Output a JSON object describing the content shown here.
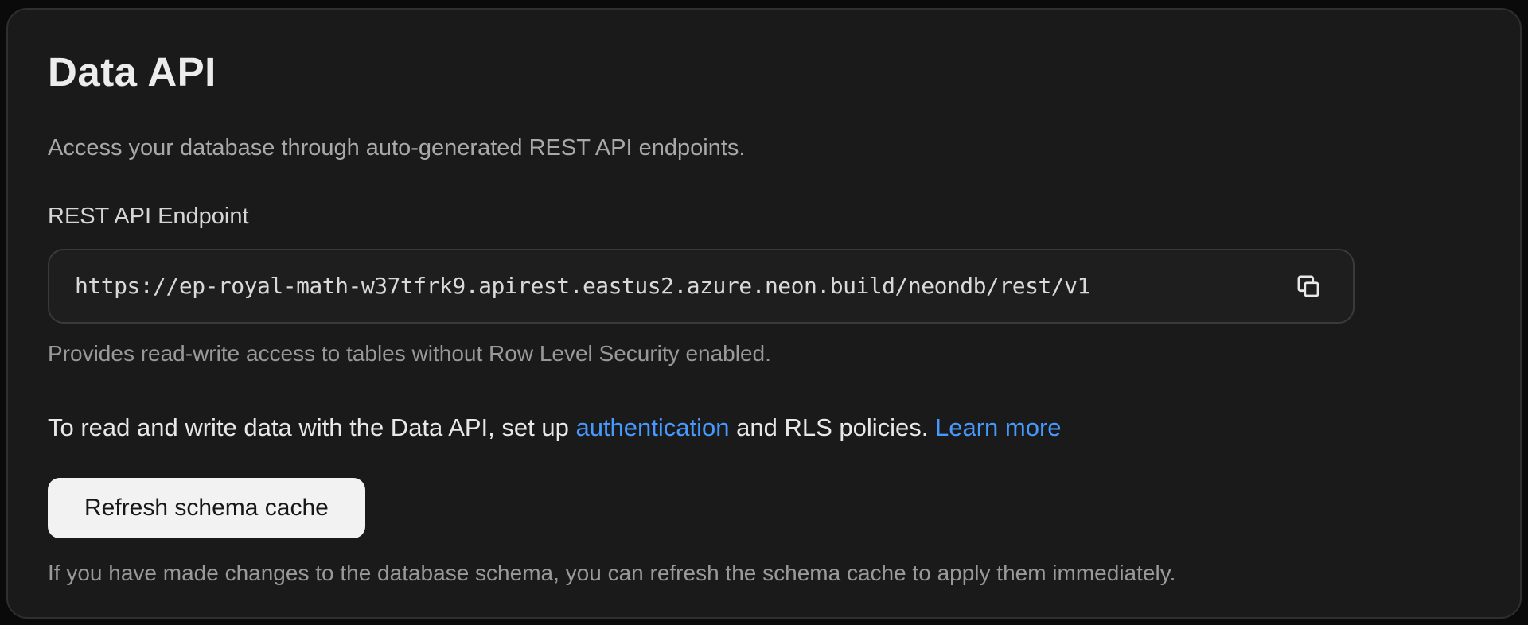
{
  "card": {
    "title": "Data API",
    "description": "Access your database through auto-generated REST API endpoints.",
    "endpoint": {
      "label": "REST API Endpoint",
      "url": "https://ep-royal-math-w37tfrk9.apirest.eastus2.azure.neon.build/neondb/rest/v1",
      "copy_icon": "copy-icon",
      "helper": "Provides read-write access to tables without Row Level Security enabled."
    },
    "rls_note": {
      "text_before": "To read and write data with the Data API, set up ",
      "auth_link": "authentication",
      "text_middle": " and RLS policies. ",
      "learn_more_link": "Learn more"
    },
    "refresh": {
      "button_label": "Refresh schema cache",
      "helper": "If you have made changes to the database schema, you can refresh the schema cache to apply them immediately."
    },
    "colors": {
      "link": "#4599ff",
      "button_bg": "#f2f2f2",
      "button_text": "#171717",
      "card_bg": "#1a1a1a",
      "page_bg": "#0a0a0a"
    }
  }
}
